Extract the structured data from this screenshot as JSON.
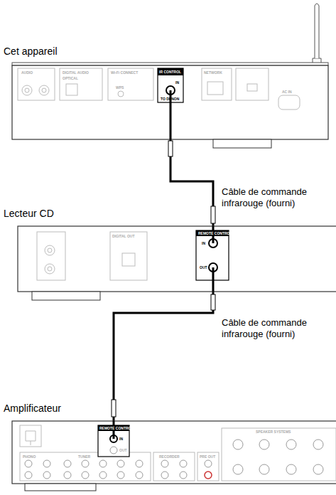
{
  "diagram": {
    "nodes": [
      {
        "text": [
          "Cet appareil"
        ]
      },
      {
        "text": [
          "Lecteur CD"
        ]
      },
      {
        "text": [
          "Amplificateur"
        ]
      }
    ],
    "edges": [
      {
        "from": 0,
        "to": 1,
        "arrow": "none",
        "label": "Câble de commande infrarouge (fourni)"
      },
      {
        "from": 1,
        "to": 2,
        "arrow": "none",
        "label": "Câble de commande infrarouge (fourni)"
      }
    ],
    "labels": [
      "AUDIO",
      "DIGITAL AUDIO",
      "OPTICAL",
      "Wi-Fi CONNECT",
      "WPS",
      "IR CONTROL",
      "IN",
      "TO DENON",
      "NETWORK",
      "AC IN",
      "DIGITAL OUT",
      "REMOTE CONTROL",
      "IN",
      "OUT",
      "REMOTE CONTROL",
      "IN",
      "OUT",
      "PHONO",
      "TUNER",
      "RECORDER",
      "PRE OUT",
      "SPEAKER SYSTEMS"
    ]
  }
}
